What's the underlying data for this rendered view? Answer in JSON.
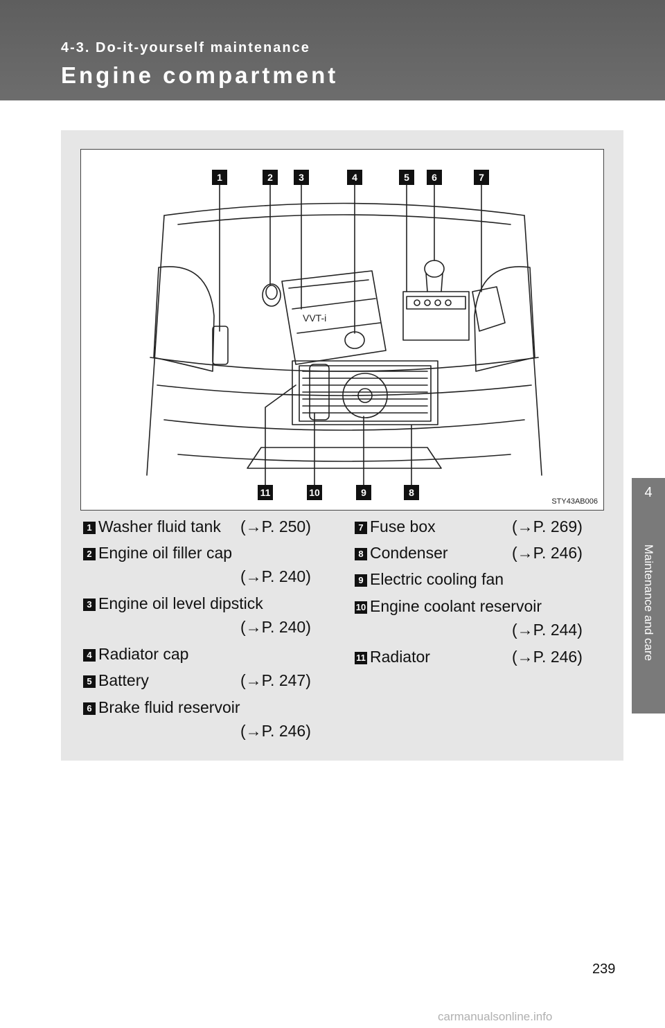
{
  "header": {
    "section": "4-3. Do-it-yourself maintenance",
    "title": "Engine compartment"
  },
  "side_tab": {
    "chapter_number": "4",
    "chapter_title": "Maintenance and care"
  },
  "figure": {
    "code": "STY43AB006",
    "top_labels": [
      "1",
      "2",
      "3",
      "4",
      "5",
      "6",
      "7"
    ],
    "bottom_labels": [
      "11",
      "10",
      "9",
      "8"
    ]
  },
  "legend_left": [
    {
      "num": "1",
      "name": "Washer fluid tank",
      "ref": "(→P. 250)"
    },
    {
      "num": "2",
      "name": "Engine oil filler cap",
      "ref": "(→P. 240)"
    },
    {
      "num": "3",
      "name": "Engine oil level dipstick",
      "ref": "(→P. 240)"
    },
    {
      "num": "4",
      "name": "Radiator cap",
      "ref": ""
    },
    {
      "num": "5",
      "name": "Battery",
      "ref": "(→P. 247)"
    },
    {
      "num": "6",
      "name": "Brake fluid reservoir",
      "ref": "(→P. 246)"
    }
  ],
  "legend_right": [
    {
      "num": "7",
      "name": "Fuse box",
      "ref": "(→P. 269)"
    },
    {
      "num": "8",
      "name": "Condenser",
      "ref": "(→P. 246)"
    },
    {
      "num": "9",
      "name": "Electric cooling fan",
      "ref": ""
    },
    {
      "num": "10",
      "name": "Engine coolant reservoir",
      "ref": "(→P. 244)"
    },
    {
      "num": "11",
      "name": "Radiator",
      "ref": "(→P. 246)"
    }
  ],
  "page_number": "239",
  "watermark": "carmanualsonline.info"
}
